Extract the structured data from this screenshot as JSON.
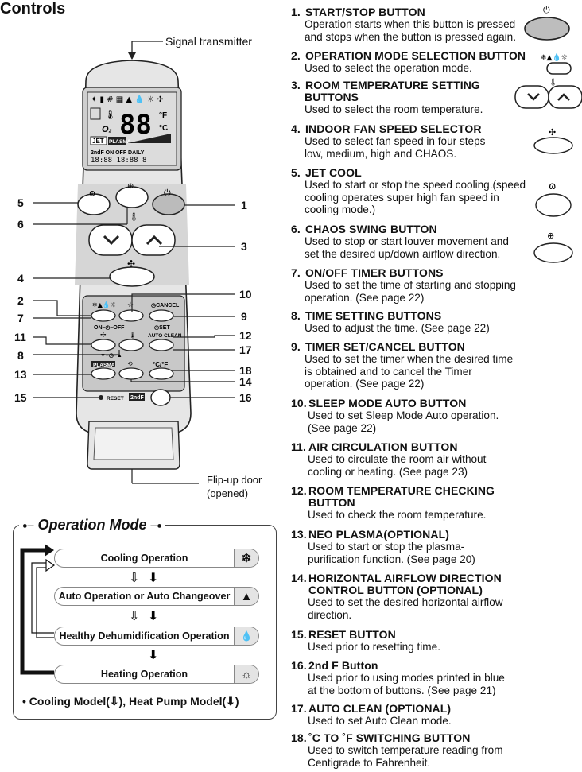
{
  "title": "Controls",
  "remote": {
    "signal_label": "Signal transmitter",
    "flip_label_1": "Flip-up door",
    "flip_label_2": "(opened)",
    "numbers_left": [
      "5",
      "6",
      "4",
      "2",
      "7",
      "11",
      "8",
      "13",
      "15"
    ],
    "numbers_right": [
      "1",
      "3",
      "10",
      "9",
      "12",
      "17",
      "18",
      "14",
      "16"
    ],
    "button_labels": {
      "on": "ON",
      "off": "OFF",
      "cancel": "CANCEL",
      "set": "SET",
      "auto_clean": "AUTO CLEAN",
      "plasma": "PLASMA",
      "celsius_f": "°C/°F",
      "reset": "RESET",
      "second_f": "2ndF"
    },
    "display": {
      "temp": "88",
      "unit_f": "°F",
      "unit_c": "°C",
      "o2": "O₂",
      "jet": "JET",
      "plasma": "PLASMA",
      "timer": "18:88",
      "on": "ON",
      "off": "OFF",
      "daily": "DAILY",
      "hr": "8"
    }
  },
  "items": [
    {
      "n": "1.",
      "title": "START/STOP BUTTON",
      "desc": [
        "Operation starts when this button is pressed",
        "and stops when the button is pressed again."
      ]
    },
    {
      "n": "2.",
      "title": "OPERATION MODE SELECTION BUTTON",
      "desc": [
        "Used to select the operation mode."
      ]
    },
    {
      "n": "3.",
      "title": "ROOM TEMPERATURE SETTING",
      "title2": "BUTTONS",
      "desc": [
        "Used to select the room temperature."
      ]
    },
    {
      "n": "4.",
      "title": "INDOOR FAN SPEED SELECTOR",
      "desc": [
        "Used to select fan speed in four steps",
        "low, medium, high and CHAOS."
      ]
    },
    {
      "n": "5.",
      "title": "JET COOL",
      "desc": [
        "Used to start or stop the speed cooling.(speed",
        "cooling operates super high fan speed in",
        "cooling mode.)"
      ]
    },
    {
      "n": "6.",
      "title": "CHAOS SWING BUTTON",
      "desc": [
        "Used to stop or start louver movement and",
        "set the desired up/down airflow direction."
      ]
    },
    {
      "n": "7.",
      "title": "ON/OFF TIMER BUTTONS",
      "desc": [
        "Used to set the time of starting and stopping",
        "operation. (See page 22)"
      ]
    },
    {
      "n": "8.",
      "title": "TIME SETTING BUTTONS",
      "desc": [
        "Used to adjust the time. (See page 22)"
      ]
    },
    {
      "n": "9.",
      "title": "TIMER SET/CANCEL BUTTON",
      "desc": [
        "Used to set the timer when the desired time",
        "is obtained and to cancel the Timer",
        "operation. (See page 22)"
      ]
    },
    {
      "n": "10.",
      "title": "SLEEP MODE AUTO BUTTON",
      "desc": [
        "Used to set Sleep Mode Auto operation.",
        "(See page 22)"
      ]
    },
    {
      "n": "11.",
      "title": "AIR CIRCULATION BUTTON",
      "desc": [
        "Used to circulate the room air without",
        "cooling or heating. (See page 23)"
      ]
    },
    {
      "n": "12.",
      "title": "ROOM TEMPERATURE CHECKING",
      "title2": "BUTTON",
      "desc": [
        "Used to check the room temperature."
      ]
    },
    {
      "n": "13.",
      "title": "NEO PLASMA(OPTIONAL)",
      "desc": [
        "Used to start or stop the plasma-",
        "purification function. (See page 20)"
      ]
    },
    {
      "n": "14.",
      "title": "HORIZONTAL AIRFLOW DIRECTION",
      "title2": "CONTROL BUTTON (OPTIONAL)",
      "desc": [
        "Used to set the desired horizontal airflow",
        "direction."
      ]
    },
    {
      "n": "15.",
      "title": "RESET BUTTON",
      "desc": [
        "Used prior to resetting time."
      ]
    },
    {
      "n": "16.",
      "title": "2nd F Button",
      "desc": [
        "Used prior to using modes printed in blue",
        "at the bottom of buttons. (See page 21)"
      ]
    },
    {
      "n": "17.",
      "title": "AUTO CLEAN (OPTIONAL)",
      "desc": [
        "Used to set Auto Clean mode."
      ]
    },
    {
      "n": "18.",
      "title": "˚C TO ˚F SWITCHING BUTTON",
      "desc": [
        "Used to switch temperature reading from",
        "Centigrade to Fahrenheit."
      ]
    }
  ],
  "operation_mode": {
    "title": "Operation Mode",
    "modes": [
      {
        "label": "Cooling Operation",
        "icon": "snowflake-icon",
        "glyph": "❄"
      },
      {
        "label": "Auto Operation or Auto Changeover",
        "icon": "auto-mode-icon",
        "glyph": "▲"
      },
      {
        "label": "Healthy Dehumidification Operation",
        "icon": "droplet-icon",
        "glyph": "💧"
      },
      {
        "label": "Heating Operation",
        "icon": "sun-icon",
        "glyph": "☼"
      }
    ],
    "footer": "• Cooling Model(⇩), Heat Pump Model(⬇)"
  }
}
